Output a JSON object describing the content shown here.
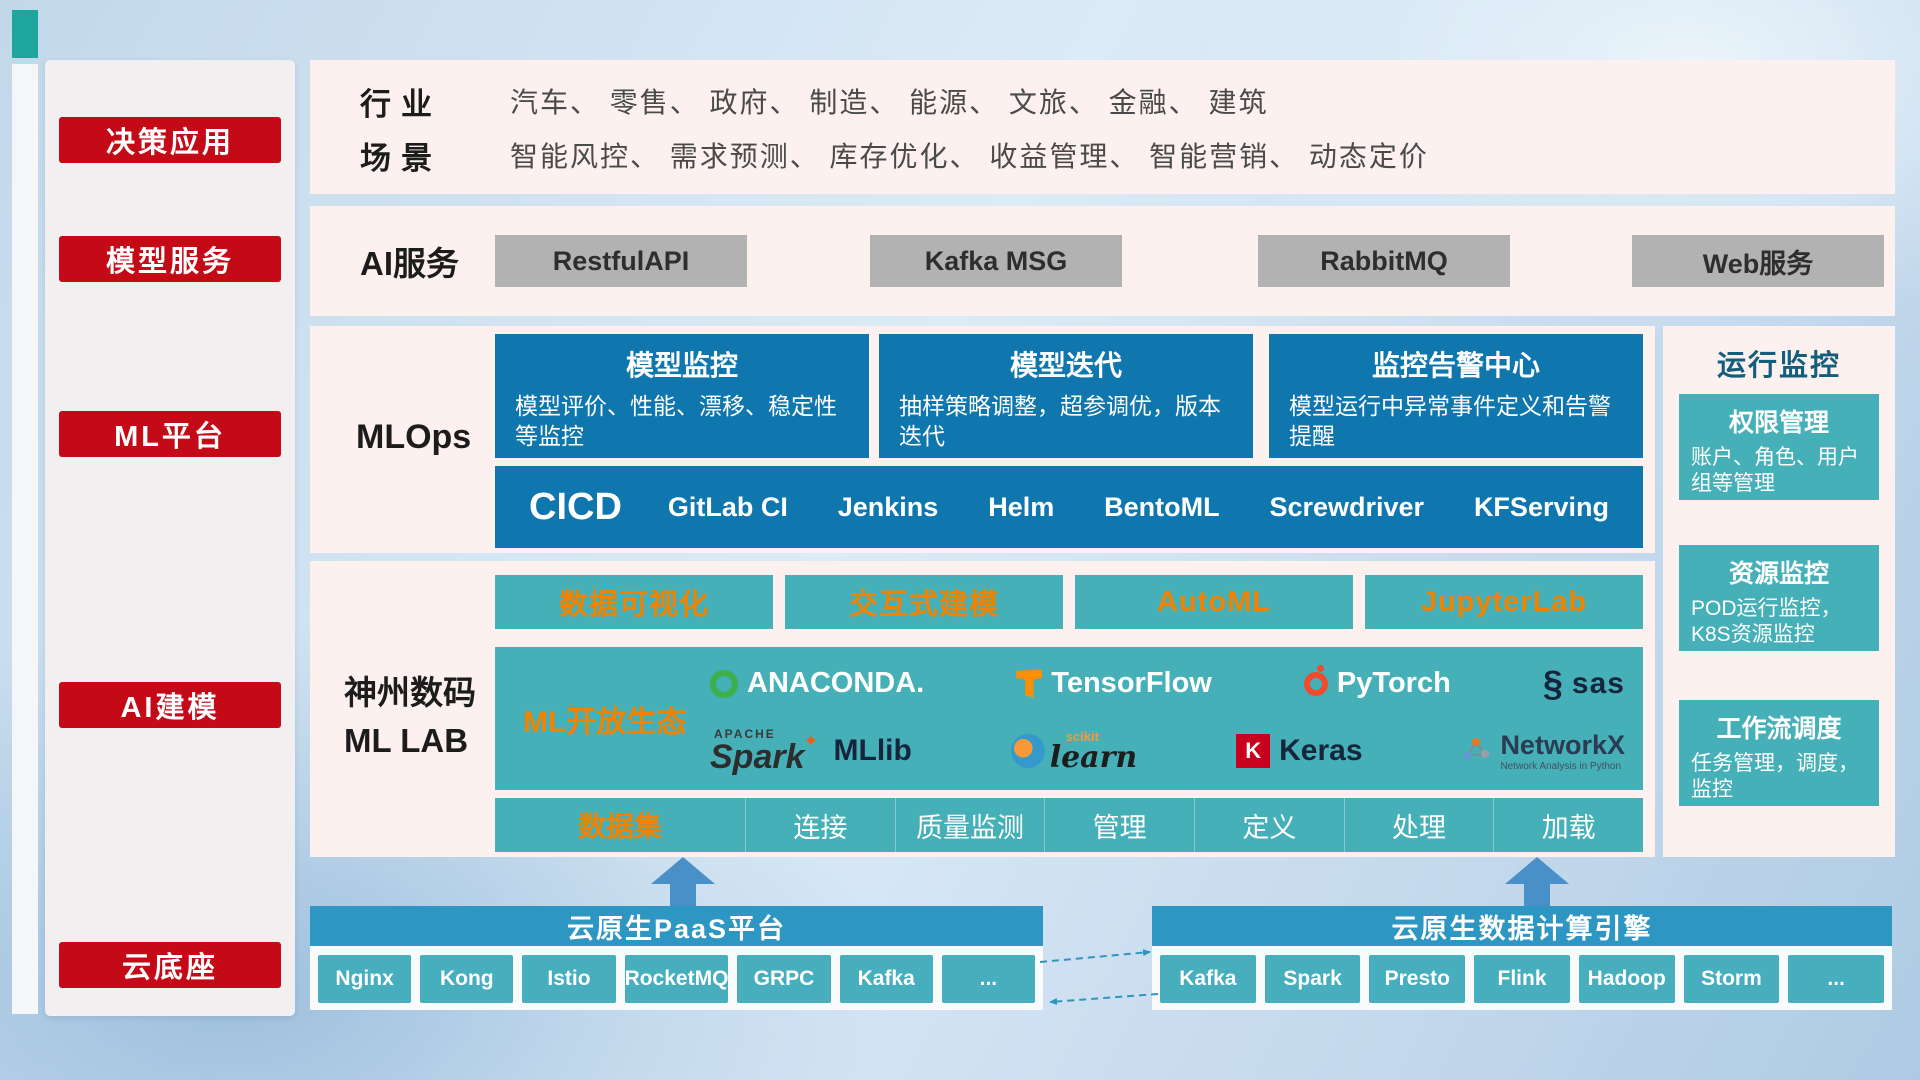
{
  "sidebar": {
    "items": [
      {
        "label": "决策应用"
      },
      {
        "label": "模型服务"
      },
      {
        "label": "ML平台"
      },
      {
        "label": "AI建模"
      },
      {
        "label": "云底座"
      }
    ]
  },
  "industry": {
    "row1_label": "行业",
    "row1_text": "汽车、 零售、 政府、 制造、 能源、 文旅、 金融、 建筑",
    "row2_label": "场景",
    "row2_text": "智能风控、 需求预测、 库存优化、 收益管理、 智能营销、 动态定价"
  },
  "ai_service": {
    "label": "AI服务",
    "buttons": [
      {
        "label": "RestfulAPI"
      },
      {
        "label": "Kafka MSG"
      },
      {
        "label": "RabbitMQ"
      },
      {
        "label": "Web服务"
      }
    ]
  },
  "mlops": {
    "label": "MLOps",
    "cards": [
      {
        "title": "模型监控",
        "desc": "模型评价、性能、漂移、稳定性等监控"
      },
      {
        "title": "模型迭代",
        "desc": "抽样策略调整，超参调优，版本迭代"
      },
      {
        "title": "监控告警中心",
        "desc": "模型运行中异常事件定义和告警提醒"
      }
    ],
    "cicd_label": "CICD",
    "cicd_items": [
      {
        "label": "GitLab CI"
      },
      {
        "label": "Jenkins"
      },
      {
        "label": "Helm"
      },
      {
        "label": "BentoML"
      },
      {
        "label": "Screwdriver"
      },
      {
        "label": "KFServing"
      }
    ]
  },
  "monitor": {
    "title": "运行监控",
    "cards": [
      {
        "title": "权限管理",
        "desc": "账户、角色、用户组等管理"
      },
      {
        "title": "资源监控",
        "desc": "POD运行监控，K8S资源监控"
      },
      {
        "title": "工作流调度",
        "desc": "任务管理，调度，监控"
      }
    ]
  },
  "mllab": {
    "label_line1": "神州数码",
    "label_line2": "ML LAB",
    "tools": [
      {
        "label": "数据可视化"
      },
      {
        "label": "交互式建模"
      },
      {
        "label": "AutoML"
      },
      {
        "label": "JupyterLab"
      }
    ],
    "eco_label": "ML开放生态",
    "logos": {
      "anaconda": "ANACONDA.",
      "tensorflow": "TensorFlow",
      "pytorch": "PyTorch",
      "sas": "sas",
      "spark_top": "APACHE",
      "spark": "Spark",
      "mllib": "MLlib",
      "scikit_top": "scikit",
      "scikit": "learn",
      "keras": "Keras",
      "networkx": "NetworkX",
      "networkx_sub": "Network Analysis in Python"
    },
    "data_label": "数据集",
    "data_items": [
      {
        "label": "连接"
      },
      {
        "label": "质量监测"
      },
      {
        "label": "管理"
      },
      {
        "label": "定义"
      },
      {
        "label": "处理"
      },
      {
        "label": "加载"
      }
    ]
  },
  "cloud": {
    "paas_title": "云原生PaaS平台",
    "paas_items": [
      {
        "label": "Nginx"
      },
      {
        "label": "Kong"
      },
      {
        "label": "Istio"
      },
      {
        "label": "RocketMQ"
      },
      {
        "label": "GRPC"
      },
      {
        "label": "Kafka"
      },
      {
        "label": "..."
      }
    ],
    "engine_title": "云原生数据计算引擎",
    "engine_items": [
      {
        "label": "Kafka"
      },
      {
        "label": "Spark"
      },
      {
        "label": "Presto"
      },
      {
        "label": "Flink"
      },
      {
        "label": "Hadoop"
      },
      {
        "label": "Storm"
      },
      {
        "label": "..."
      }
    ]
  },
  "colors": {
    "accent_red": "#c40a17",
    "panel_pink": "#fdf1ef",
    "deep_blue": "#0f76ae",
    "teal": "#45b0b7",
    "bar_blue": "#2e96c2",
    "orange": "#f08300"
  }
}
